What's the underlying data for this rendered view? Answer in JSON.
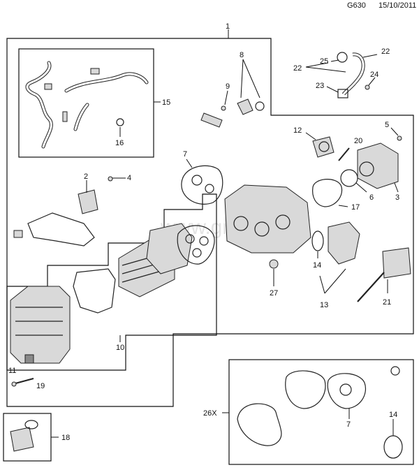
{
  "header": {
    "diagram_code": "G630",
    "date": "15/10/2011"
  },
  "watermark": "www.gmsc.ru",
  "callouts": {
    "c1": "1",
    "c2": "2",
    "c3": "3",
    "c4": "4",
    "c5": "5",
    "c6": "6",
    "c7": "7",
    "c8": "8",
    "c9": "9",
    "c10": "10",
    "c11": "11",
    "c12": "12",
    "c13": "13",
    "c14": "14",
    "c15": "15",
    "c16": "16",
    "c17": "17",
    "c18": "18",
    "c19": "19",
    "c20": "20",
    "c21": "21",
    "c22": "22",
    "c23": "23",
    "c24": "24",
    "c25": "25",
    "c26x": "26X",
    "c27": "27"
  }
}
